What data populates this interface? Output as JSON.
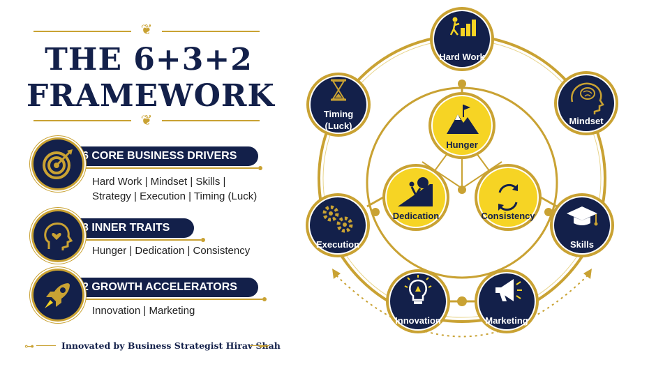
{
  "title": {
    "line1": "THE 6+3+2",
    "line2": "FRAMEWORK"
  },
  "items": [
    {
      "heading": "6 CORE BUSINESS DRIVERS",
      "text1": "Hard Work | Mindset | Skills |",
      "text2": "Strategy | Execution | Timing (Luck)",
      "icon": "target-icon"
    },
    {
      "heading": "3 INNER TRAITS",
      "text1": "Hunger | Dedication | Consistency",
      "text2": "",
      "icon": "head-heart-icon"
    },
    {
      "heading": "2 GROWTH ACCELERATORS",
      "text1": "Innovation | Marketing",
      "text2": "",
      "icon": "rocket-icon"
    }
  ],
  "footer": "Innovated by Business Strategist Hirav Shah",
  "diagram": {
    "outer_nodes": [
      {
        "label": "Hard Work",
        "icon": "climber-icon"
      },
      {
        "label": "Mindset",
        "icon": "brain-icon"
      },
      {
        "label": "Skills",
        "icon": "graduation-cap-icon"
      },
      {
        "label": "Execution",
        "icon": "gears-icon"
      },
      {
        "label": "Timing",
        "label2": "(Luck)",
        "icon": "hourglass-icon"
      }
    ],
    "inner_nodes": [
      {
        "label": "Hunger",
        "icon": "mountain-flag-icon"
      },
      {
        "label": "Dedication",
        "icon": "pushing-boulder-icon"
      },
      {
        "label": "Consistency",
        "icon": "cycle-arrows-icon"
      }
    ],
    "accelerators": [
      {
        "label": "Innovation",
        "icon": "lightbulb-icon"
      },
      {
        "label": "Marketing",
        "icon": "megaphone-icon"
      }
    ]
  },
  "colors": {
    "navy": "#13204a",
    "gold": "#c9a233",
    "yellow": "#f6d424"
  }
}
